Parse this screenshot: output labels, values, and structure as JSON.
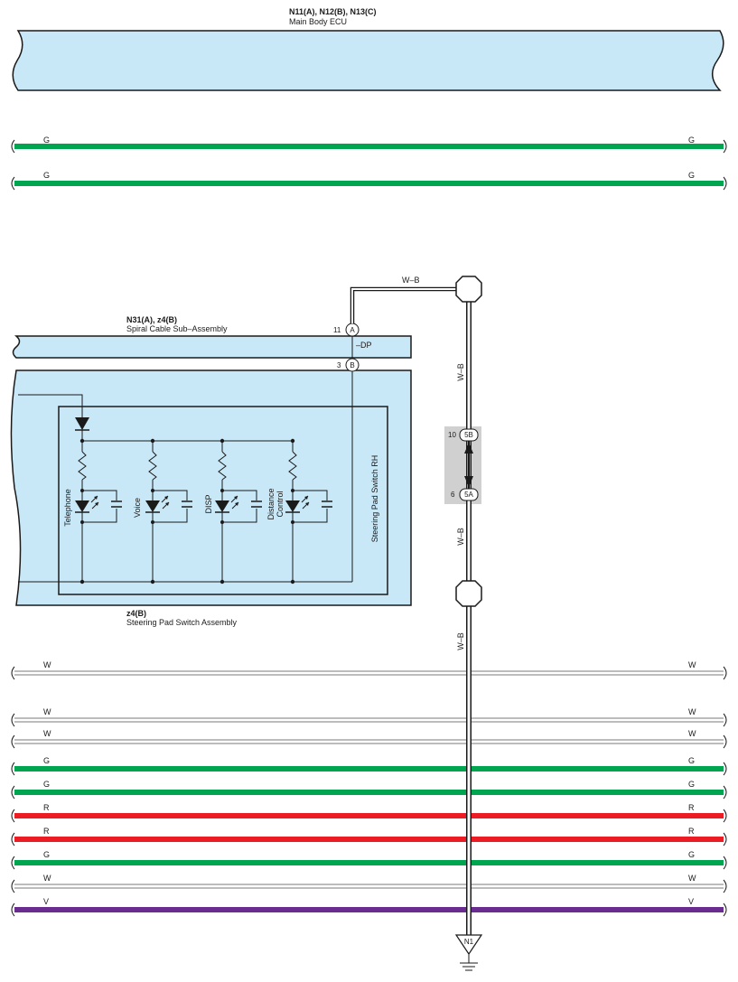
{
  "ecu": {
    "connectors": "N11(A), N12(B), N13(C)",
    "name": "Main Body ECU"
  },
  "spiral": {
    "connectors": "N31(A), z4(B)",
    "name": "Spiral Cable Sub–Assembly",
    "pin_a_num": "11",
    "pin_a_letter": "A",
    "pin_b_num": "3",
    "pin_b_letter": "B",
    "dp_label": "–DP"
  },
  "switch_assy": {
    "connector": "z4(B)",
    "name": "Steering Pad Switch Assembly",
    "inner_name": "Steering Pad Switch RH",
    "switches": [
      "Telephone",
      "Voice",
      "DISP",
      "Distance\nControl"
    ]
  },
  "junction": {
    "pin_top_num": "10",
    "pin_top_label": "5B",
    "pin_bottom_num": "6",
    "pin_bottom_label": "5A"
  },
  "ground": {
    "label": "N1",
    "wire_color": "W–B"
  },
  "bus_wires_top": [
    {
      "color_code": "G",
      "hex": "#00a54f"
    },
    {
      "color_code": "G",
      "hex": "#00a54f"
    }
  ],
  "bus_wires_bottom": [
    {
      "color_code": "W",
      "hex": "#ffffff"
    },
    {
      "color_code": "W",
      "hex": "#ffffff"
    },
    {
      "color_code": "W",
      "hex": "#ffffff"
    },
    {
      "color_code": "G",
      "hex": "#00a54f"
    },
    {
      "color_code": "G",
      "hex": "#00a54f"
    },
    {
      "color_code": "R",
      "hex": "#ed1c24"
    },
    {
      "color_code": "R",
      "hex": "#ed1c24"
    },
    {
      "color_code": "G",
      "hex": "#00a54f"
    },
    {
      "color_code": "W",
      "hex": "#ffffff"
    },
    {
      "color_code": "V",
      "hex": "#6a2c91"
    }
  ],
  "colors": {
    "component_fill": "#c8e8f8",
    "junction_fill": "#d0d0d0"
  }
}
